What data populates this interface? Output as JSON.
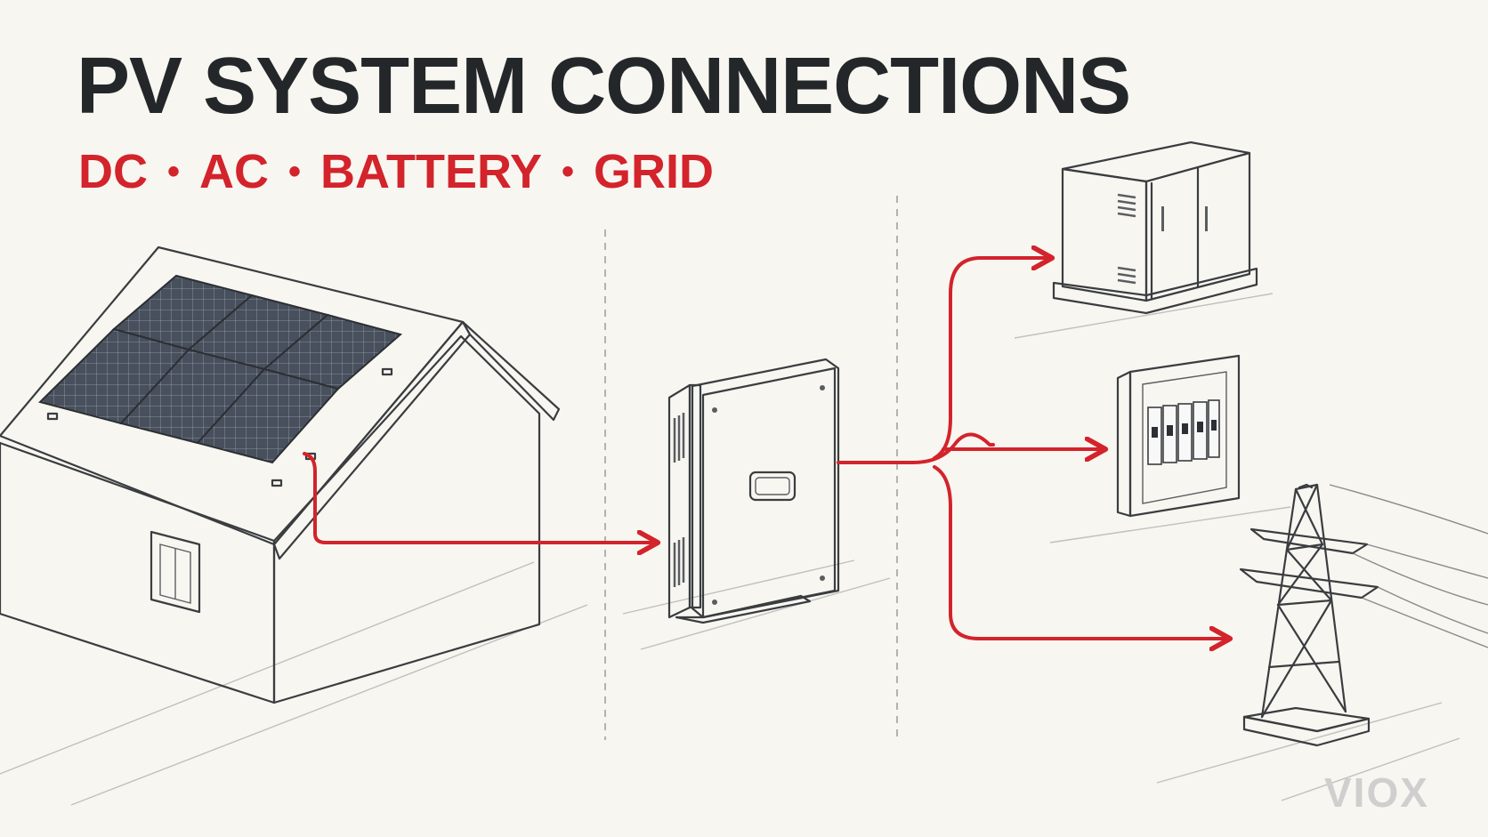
{
  "title": "PV SYSTEM CONNECTIONS",
  "subtitle": {
    "items": [
      "DC",
      "AC",
      "BATTERY",
      "GRID"
    ],
    "separator": "•"
  },
  "brand": "VIOX",
  "colors": {
    "background": "#f8f6f1",
    "title": "#24272a",
    "accent": "#d3232b",
    "panel": "#3f4753",
    "line": "#3a3d40"
  },
  "icons": {
    "house": "house-with-solar-panels-icon",
    "inverter": "inverter-icon",
    "battery": "battery-cabinet-icon",
    "breaker": "breaker-panel-icon",
    "grid": "transmission-tower-icon"
  }
}
